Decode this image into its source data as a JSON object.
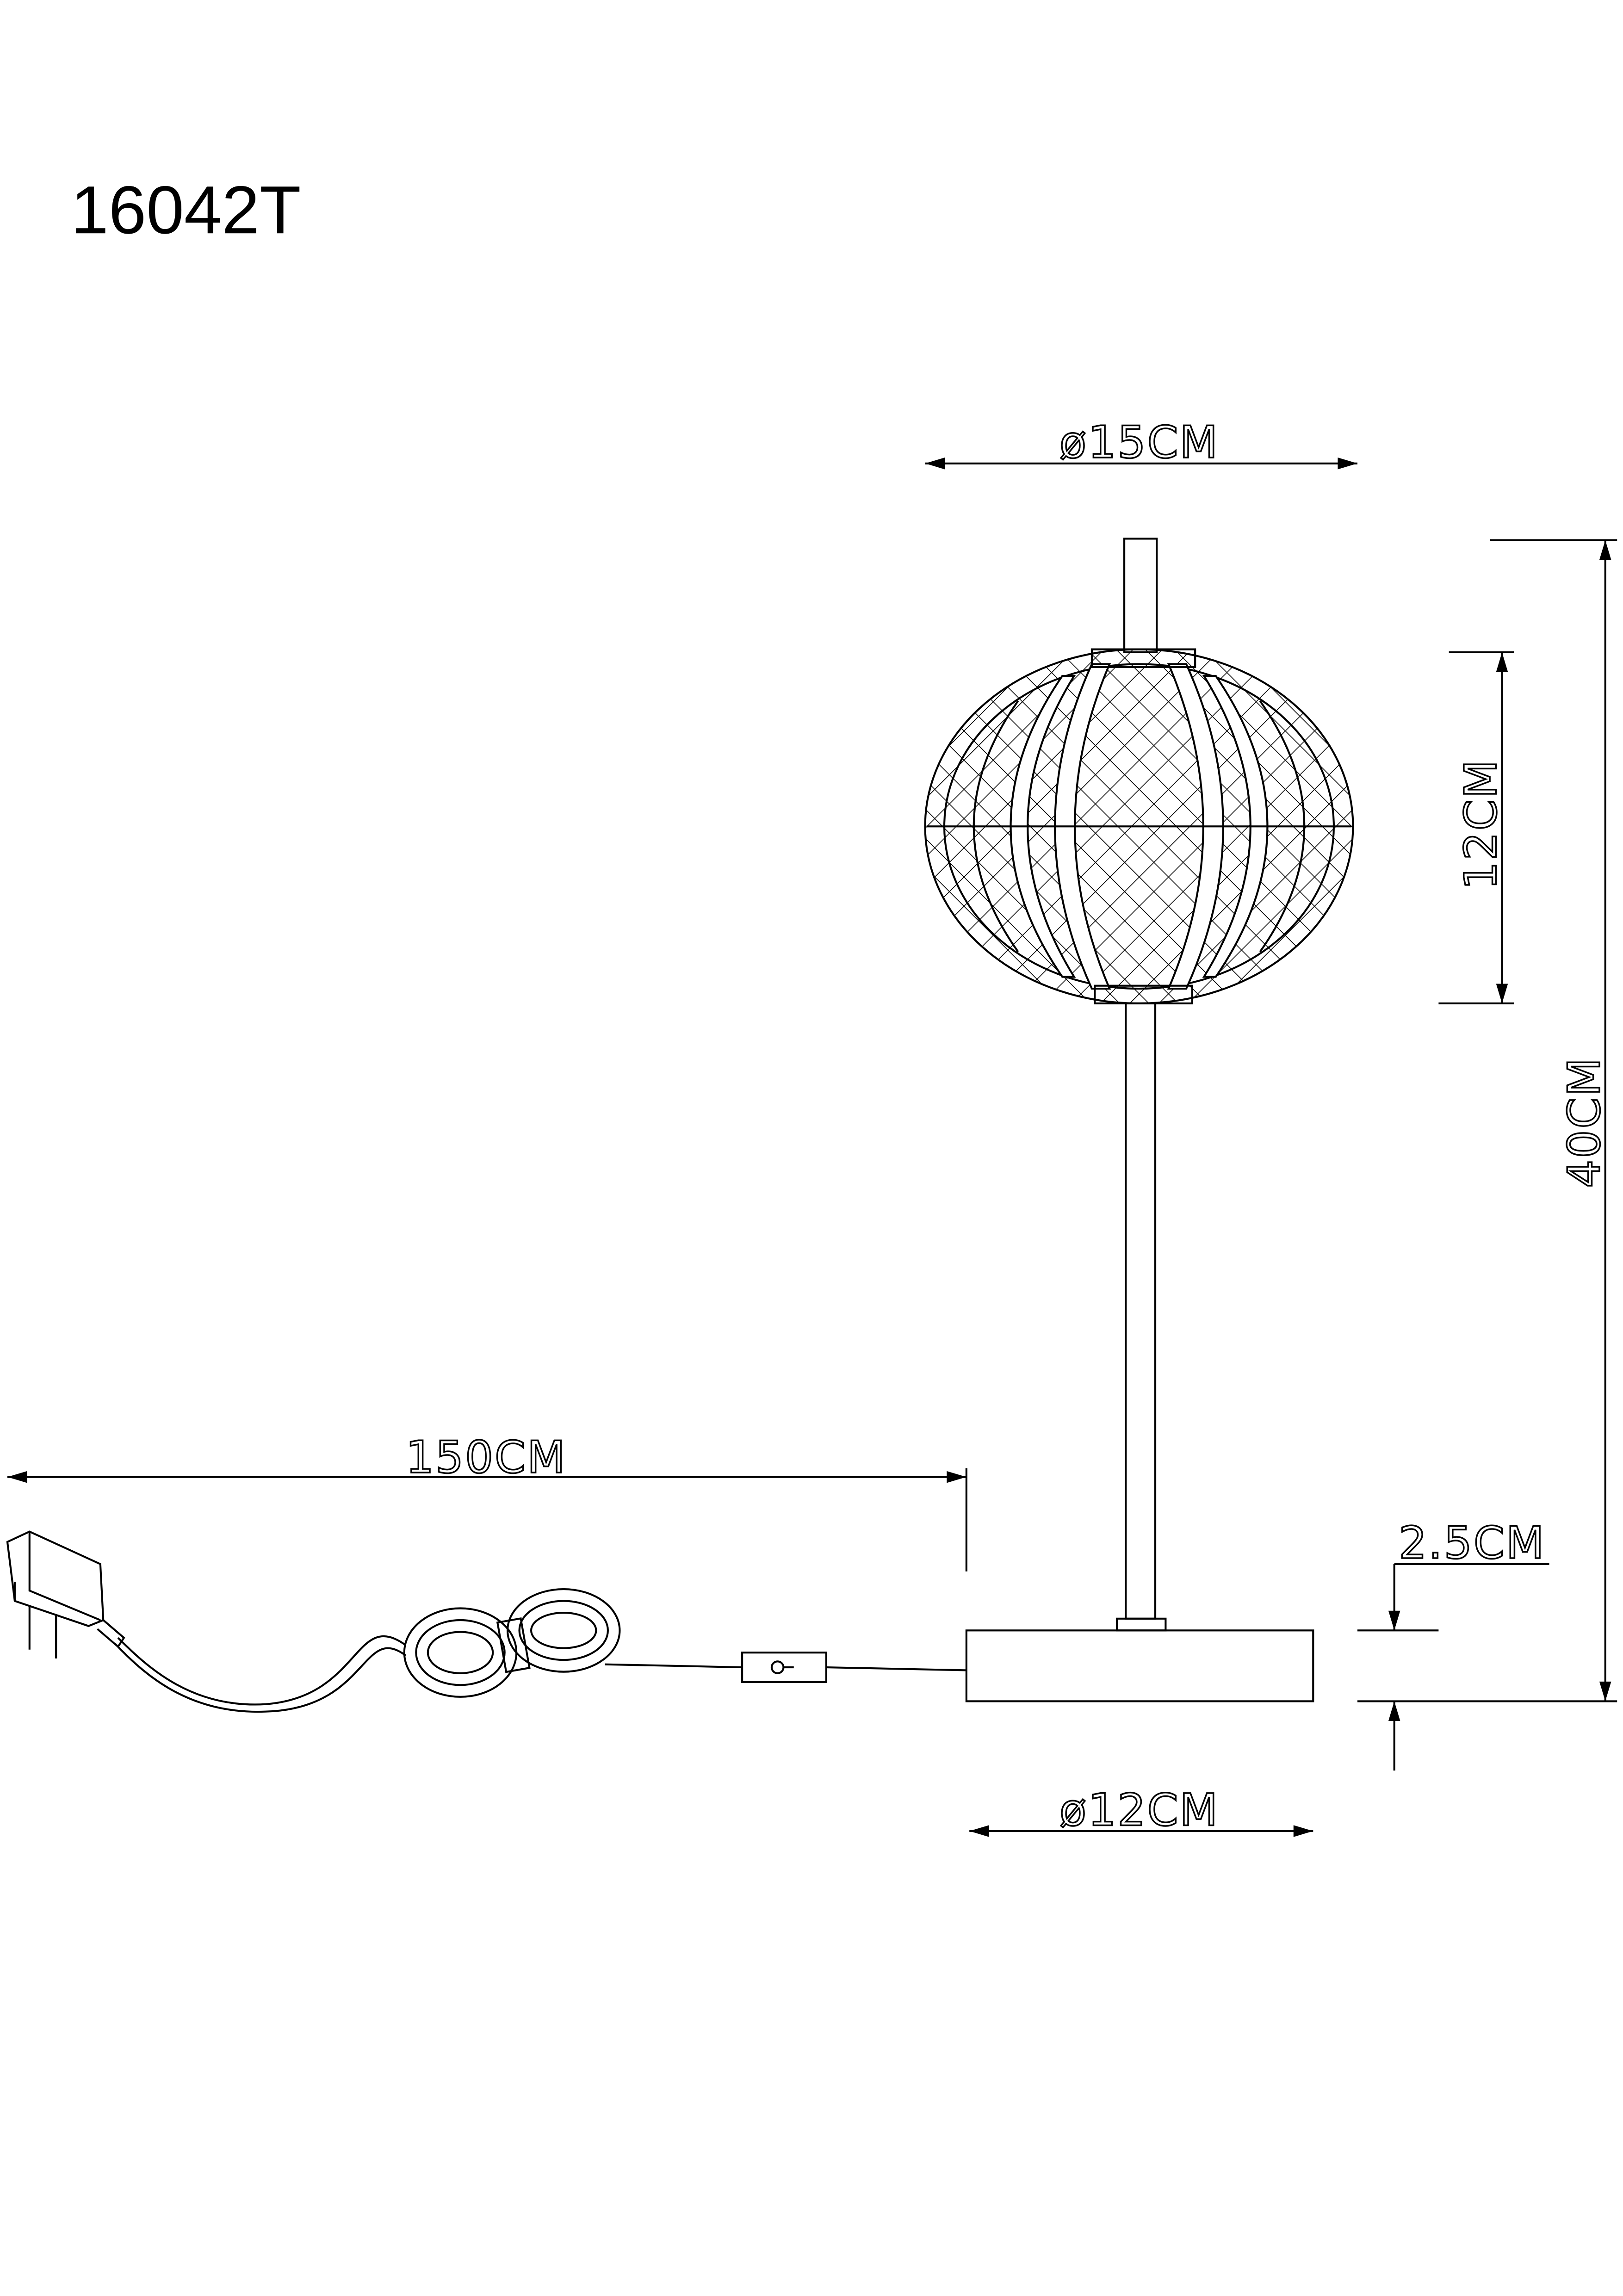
{
  "title": "16042T",
  "dimensions": {
    "shade_diameter": "ø15CM",
    "shade_height": "12CM",
    "total_height": "40CM",
    "base_height": "2.5CM",
    "base_diameter": "ø12CM",
    "cable_length": "150CM"
  },
  "colors": {
    "line": "#000000",
    "background": "#ffffff"
  }
}
